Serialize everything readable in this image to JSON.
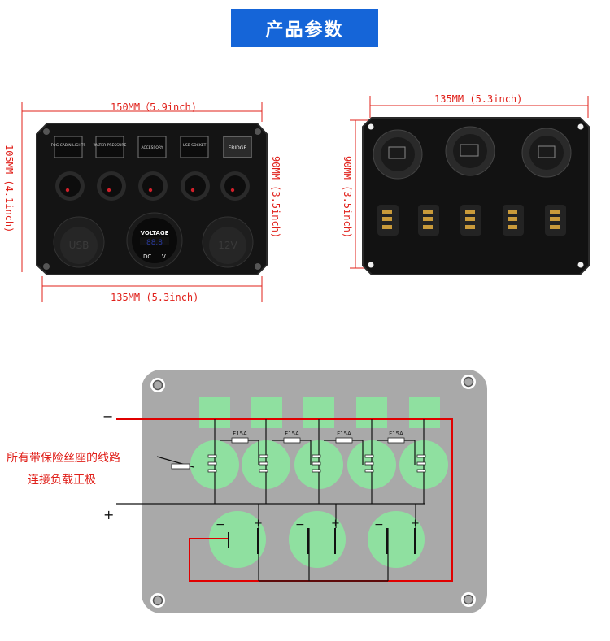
{
  "header": {
    "title": "产品参数"
  },
  "front_panel": {
    "width_label": "150MM（5.9inch)",
    "height_left_label": "105MM (4.1inch)",
    "height_right_label": "90MM (3.5inch)",
    "bottom_label": "135MM (5.3inch)",
    "switch_labels": [
      "FOG CABIN LIGHTS",
      "WATER PRESSURE",
      "ACCESSORY",
      "USB SOCKET",
      "FRIDGE"
    ],
    "voltmeter": {
      "title": "VOLTAGE",
      "dc": "DC",
      "v": "V"
    }
  },
  "back_panel": {
    "width_label": "135MM (5.3inch)",
    "height_label": "90MM (3.5inch)"
  },
  "wiring": {
    "negative_sign": "−",
    "positive_sign": "+",
    "fuse_label": "F15A",
    "note_line1": "所有带保险丝座的线路",
    "note_line2": "连接负载正极"
  },
  "colors": {
    "banner": "#1565d8",
    "dimension": "#e0201a",
    "terminal": "#8fe0a0",
    "plate": "#a9a9a9"
  }
}
